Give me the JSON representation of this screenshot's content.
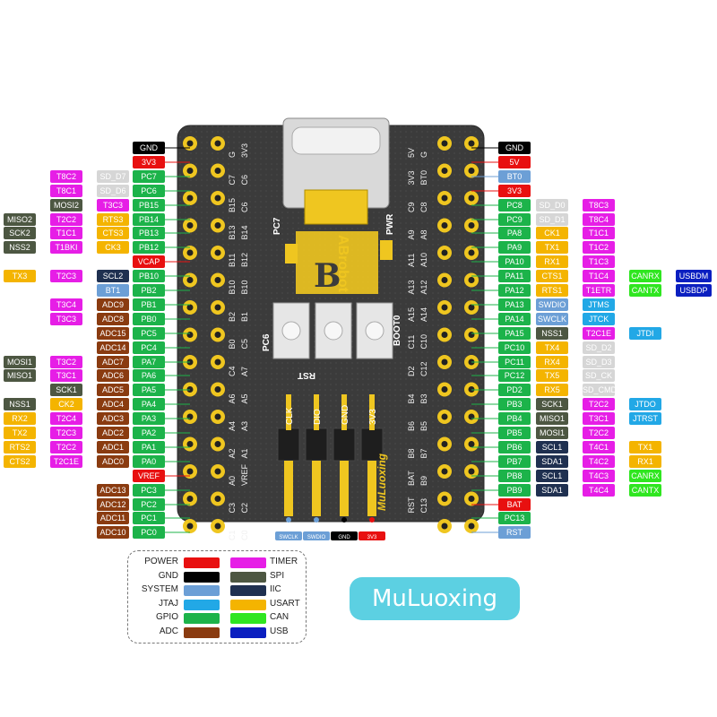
{
  "brand": "MuLuoxing",
  "board": {
    "logo_text": "ABrobot",
    "silk_pc7": "PC7",
    "silk_pwr": "PWR",
    "silk_pc6": "PC6",
    "silk_boot0": "BOOT0",
    "silk_rst": "RST",
    "silk_muluoxing": "MuLuoxing",
    "header_pins": [
      "CLK",
      "DIO",
      "GND",
      "3V3"
    ],
    "header_tags": [
      "SWCLK",
      "SWDIO",
      "GND",
      "3V3"
    ],
    "left_silk": [
      [
        "G",
        "3V3"
      ],
      [
        "C7",
        "C6"
      ],
      [
        "B15",
        "C6"
      ],
      [
        "B13",
        "B14"
      ],
      [
        "B11",
        "B12"
      ],
      [
        "B10",
        "B10"
      ],
      [
        "B2",
        "B1"
      ],
      [
        "B0",
        "C5"
      ],
      [
        "C4",
        "A7"
      ],
      [
        "A6",
        "A5"
      ],
      [
        "A4",
        "A3"
      ],
      [
        "A2",
        "A1"
      ],
      [
        "A0",
        "VREF"
      ],
      [
        "C3",
        "C2"
      ],
      [
        "C1",
        "C0"
      ]
    ],
    "right_silk": [
      [
        "5V",
        "G"
      ],
      [
        "3V3",
        "BT0"
      ],
      [
        "C9",
        "C8"
      ],
      [
        "A9",
        "A8"
      ],
      [
        "A11",
        "A10"
      ],
      [
        "A13",
        "A12"
      ],
      [
        "A15",
        "A14"
      ],
      [
        "C11",
        "C10"
      ],
      [
        "D2",
        "C12"
      ],
      [
        "B4",
        "B3"
      ],
      [
        "B6",
        "B5"
      ],
      [
        "B8",
        "B7"
      ],
      [
        "BAT",
        "B9"
      ],
      [
        "RST",
        "C13"
      ]
    ]
  },
  "left_rows": [
    {
      "pin": "GND",
      "labels": []
    },
    {
      "pin": "3V3",
      "labels": []
    },
    {
      "pin": "PC7",
      "labels": [
        "T8C2",
        "SD_D7"
      ]
    },
    {
      "pin": "PC6",
      "labels": [
        "T8C1",
        "SD_D6"
      ]
    },
    {
      "pin": "PB15",
      "labels": [
        "MOSI2",
        "T3C3"
      ]
    },
    {
      "pin": "PB14",
      "labels": [
        "MISO2",
        "T2C2",
        "RTS3"
      ]
    },
    {
      "pin": "PB13",
      "labels": [
        "SCK2",
        "T1C1",
        "CTS3"
      ]
    },
    {
      "pin": "PB12",
      "labels": [
        "NSS2",
        "T1BKI",
        "CK3"
      ]
    },
    {
      "pin": "VCAP",
      "labels": []
    },
    {
      "pin": "PB10",
      "labels": [
        "TX3",
        "T2C3",
        "SCL2"
      ]
    },
    {
      "pin": "PB2",
      "labels": [
        "BT1"
      ]
    },
    {
      "pin": "PB1",
      "labels": [
        "T3C4",
        "ADC9"
      ]
    },
    {
      "pin": "PB0",
      "labels": [
        "T3C3",
        "ADC8"
      ]
    },
    {
      "pin": "PC5",
      "labels": [
        "ADC15"
      ]
    },
    {
      "pin": "PC4",
      "labels": [
        "ADC14"
      ]
    },
    {
      "pin": "PA7",
      "labels": [
        "MOSI1",
        "T3C2",
        "ADC7"
      ]
    },
    {
      "pin": "PA6",
      "labels": [
        "MISO1",
        "T3C1",
        "ADC6"
      ]
    },
    {
      "pin": "PA5",
      "labels": [
        "SCK1",
        "ADC5"
      ]
    },
    {
      "pin": "PA4",
      "labels": [
        "NSS1",
        "CK2",
        "ADC4"
      ]
    },
    {
      "pin": "PA3",
      "labels": [
        "RX2",
        "T2C4",
        "ADC3"
      ]
    },
    {
      "pin": "PA2",
      "labels": [
        "TX2",
        "T2C3",
        "ADC2"
      ]
    },
    {
      "pin": "PA1",
      "labels": [
        "RTS2",
        "T2C2",
        "ADC1"
      ]
    },
    {
      "pin": "PA0",
      "labels": [
        "CTS2",
        "T2C1E",
        "ADC0"
      ]
    },
    {
      "pin": "VREF",
      "labels": []
    },
    {
      "pin": "PC3",
      "labels": [
        "ADC13"
      ]
    },
    {
      "pin": "PC2",
      "labels": [
        "ADC12"
      ]
    },
    {
      "pin": "PC1",
      "labels": [
        "ADC11"
      ]
    },
    {
      "pin": "PC0",
      "labels": [
        "ADC10"
      ]
    }
  ],
  "right_rows": [
    {
      "pin": "GND",
      "labels": []
    },
    {
      "pin": "5V",
      "labels": []
    },
    {
      "pin": "BT0",
      "labels": []
    },
    {
      "pin": "3V3",
      "labels": []
    },
    {
      "pin": "PC8",
      "labels": [
        "SD_D0",
        "T8C3"
      ]
    },
    {
      "pin": "PC9",
      "labels": [
        "SD_D1",
        "T8C4"
      ]
    },
    {
      "pin": "PA8",
      "labels": [
        "CK1",
        "T1C1"
      ]
    },
    {
      "pin": "PA9",
      "labels": [
        "TX1",
        "T1C2"
      ]
    },
    {
      "pin": "PA10",
      "labels": [
        "RX1",
        "T1C3"
      ]
    },
    {
      "pin": "PA11",
      "labels": [
        "CTS1",
        "T1C4",
        "CANRX",
        "USBDM"
      ]
    },
    {
      "pin": "PA12",
      "labels": [
        "RTS1",
        "T1ETR",
        "CANTX",
        "USBDP"
      ]
    },
    {
      "pin": "PA13",
      "labels": [
        "SWDIO",
        "JTMS"
      ]
    },
    {
      "pin": "PA14",
      "labels": [
        "SWCLK",
        "JTCK"
      ]
    },
    {
      "pin": "PA15",
      "labels": [
        "NSS1",
        "T2C1E",
        "JTDI"
      ]
    },
    {
      "pin": "PC10",
      "labels": [
        "TX4",
        "SD_D2"
      ]
    },
    {
      "pin": "PC11",
      "labels": [
        "RX4",
        "SD_D3"
      ]
    },
    {
      "pin": "PC12",
      "labels": [
        "TX5",
        "SD_CK"
      ]
    },
    {
      "pin": "PD2",
      "labels": [
        "RX5",
        "SD_CMD"
      ]
    },
    {
      "pin": "PB3",
      "labels": [
        "SCK1",
        "T2C2",
        "JTDO"
      ]
    },
    {
      "pin": "PB4",
      "labels": [
        "MISO1",
        "T3C1",
        "JTRST"
      ]
    },
    {
      "pin": "PB5",
      "labels": [
        "MOSI1",
        "T2C2"
      ]
    },
    {
      "pin": "PB6",
      "labels": [
        "SCL1",
        "T4C1",
        "TX1"
      ]
    },
    {
      "pin": "PB7",
      "labels": [
        "SDA1",
        "T4C2",
        "RX1"
      ]
    },
    {
      "pin": "PB8",
      "labels": [
        "SCL1",
        "T4C3",
        "CANRX"
      ]
    },
    {
      "pin": "PB9",
      "labels": [
        "SDA1",
        "T4C4",
        "CANTX"
      ]
    },
    {
      "pin": "BAT",
      "labels": []
    },
    {
      "pin": "PC13",
      "labels": []
    },
    {
      "pin": "RST",
      "labels": []
    }
  ],
  "legend": [
    {
      "name": "POWER",
      "color": "#e81010"
    },
    {
      "name": "TIMER",
      "color": "#e61ee6"
    },
    {
      "name": "GND",
      "color": "#000000"
    },
    {
      "name": "SPI",
      "color": "#4d5742"
    },
    {
      "name": "SYSTEM",
      "color": "#6c9fd6"
    },
    {
      "name": "IIC",
      "color": "#1f3050"
    },
    {
      "name": "JTAJ",
      "color": "#22a8e6"
    },
    {
      "name": "USART",
      "color": "#f4b400"
    },
    {
      "name": "GPIO",
      "color": "#1cb34a"
    },
    {
      "name": "CAN",
      "color": "#2fe620"
    },
    {
      "name": "ADC",
      "color": "#8a3b10"
    },
    {
      "name": "USB",
      "color": "#0b1fc0"
    }
  ]
}
